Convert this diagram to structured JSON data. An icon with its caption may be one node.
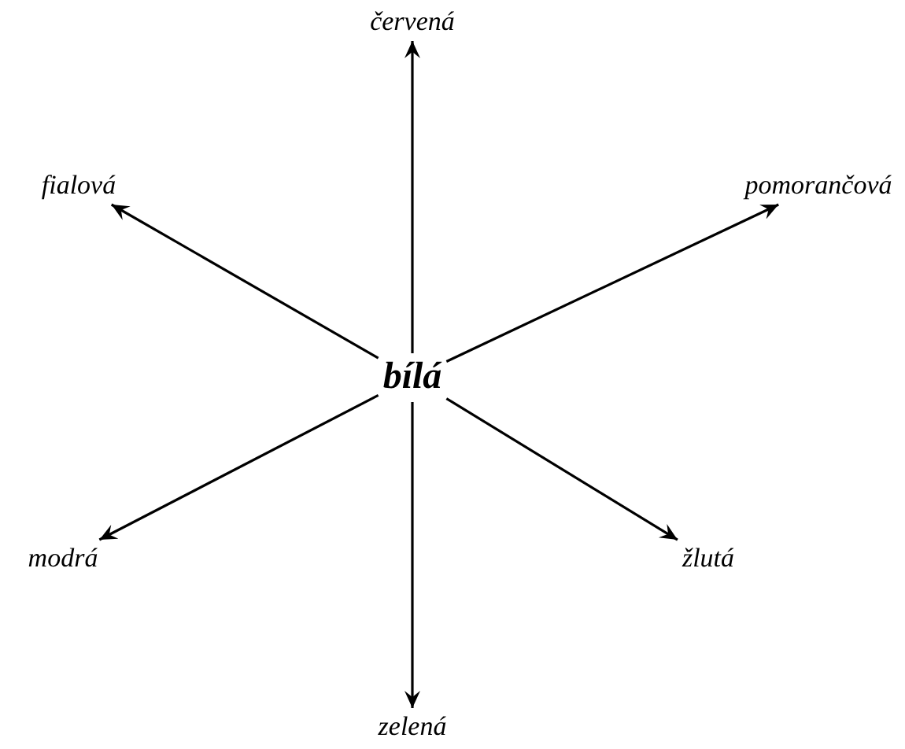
{
  "diagram": {
    "nodes": [
      {
        "text": [
          "bílá"
        ]
      },
      {
        "text": [
          "červená"
        ]
      },
      {
        "text": [
          "fialová"
        ]
      },
      {
        "text": [
          "pomorančová"
        ]
      },
      {
        "text": [
          "modrá"
        ]
      },
      {
        "text": [
          "žlutá"
        ]
      },
      {
        "text": [
          "zelená"
        ]
      }
    ],
    "edges": [
      {
        "from": 0,
        "to": 1,
        "arrow": "to"
      },
      {
        "from": 0,
        "to": 2,
        "arrow": "to"
      },
      {
        "from": 0,
        "to": 3,
        "arrow": "to"
      },
      {
        "from": 0,
        "to": 4,
        "arrow": "to"
      },
      {
        "from": 0,
        "to": 5,
        "arrow": "to"
      },
      {
        "from": 0,
        "to": 6,
        "arrow": "to"
      }
    ]
  }
}
